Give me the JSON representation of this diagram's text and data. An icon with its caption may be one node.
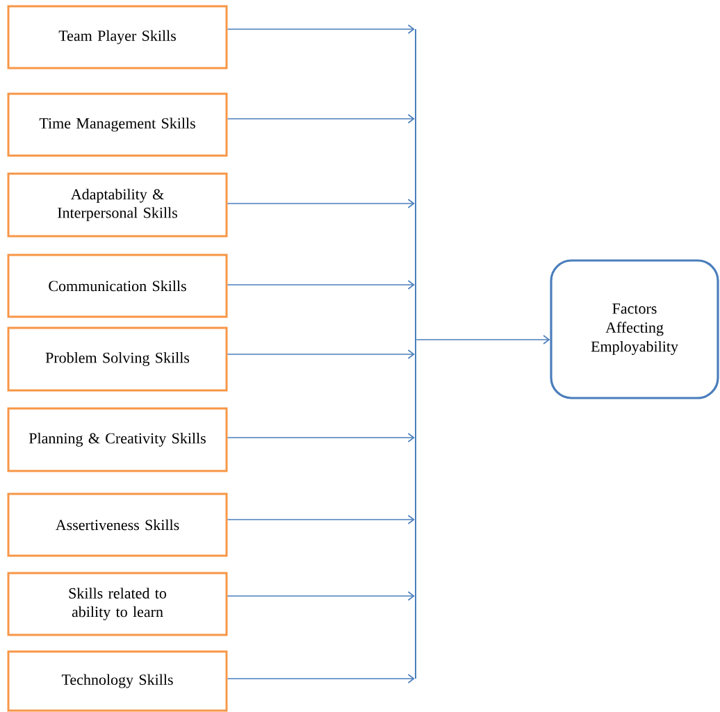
{
  "diagram": {
    "nodes": [
      {
        "text": [
          "Team Player Skills"
        ]
      },
      {
        "text": [
          "Time Management Skills"
        ]
      },
      {
        "text": [
          "Adaptability & Interpersonal Skills"
        ]
      },
      {
        "text": [
          "Communication Skills"
        ]
      },
      {
        "text": [
          "Problem Solving Skills"
        ]
      },
      {
        "text": [
          "Planning & Creativity Skills"
        ]
      },
      {
        "text": [
          "Assertiveness Skills"
        ]
      },
      {
        "text": [
          "Skills related to ability to learn"
        ]
      },
      {
        "text": [
          "Technology Skills"
        ]
      },
      {
        "text": [],
        "shape": "bar"
      },
      {
        "text": [
          "Factors Affecting Employability"
        ]
      }
    ],
    "edges": [
      {
        "from": 0,
        "to": 9,
        "arrow": "to"
      },
      {
        "from": 1,
        "to": 9,
        "arrow": "to"
      },
      {
        "from": 2,
        "to": 9,
        "arrow": "to"
      },
      {
        "from": 3,
        "to": 9,
        "arrow": "to"
      },
      {
        "from": 4,
        "to": 9,
        "arrow": "to"
      },
      {
        "from": 5,
        "to": 9,
        "arrow": "to"
      },
      {
        "from": 6,
        "to": 9,
        "arrow": "to"
      },
      {
        "from": 7,
        "to": 9,
        "arrow": "to"
      },
      {
        "from": 8,
        "to": 9,
        "arrow": "to"
      },
      {
        "from": 9,
        "to": 10,
        "arrow": "to"
      }
    ]
  }
}
